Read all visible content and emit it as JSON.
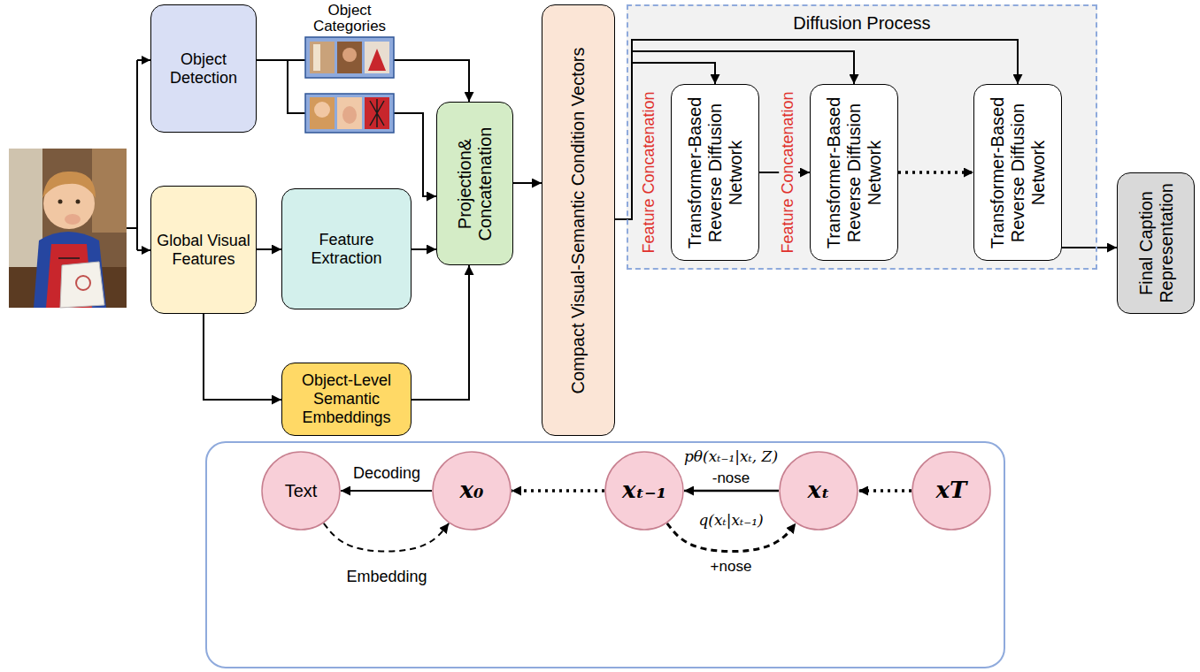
{
  "diagram": {
    "nodes": [
      {
        "text": [
          "Object Detection"
        ]
      },
      {
        "text": [
          "Global Visual Features"
        ]
      },
      {
        "text": [
          "Feature Extraction"
        ]
      },
      {
        "text": [
          "Object-Level Semantic Embeddings"
        ]
      },
      {
        "text": [
          "Projection& Concatenation"
        ]
      },
      {
        "text": [
          "Compact Visual-Semantic Condition Vectors"
        ]
      },
      {
        "text": [
          "Diffusion Process"
        ]
      },
      {
        "text": [
          "Feature Concatenation",
          "Transformer-Based Reverse Diffusion Network"
        ],
        "in": 6
      },
      {
        "text": [
          "Feature Concatenation",
          "Transformer-Based Reverse Diffusion Network"
        ],
        "in": 6
      },
      {
        "text": [
          "Transformer-Based Reverse Diffusion Network"
        ],
        "in": 6
      },
      {
        "text": [
          "Final Caption Representation"
        ]
      },
      {
        "text": [
          "Text"
        ]
      },
      {
        "text": [
          "x₀"
        ]
      },
      {
        "text": [
          "xₜ₋₁"
        ]
      },
      {
        "text": [
          "xₜ"
        ]
      },
      {
        "text": [
          "xT"
        ]
      }
    ],
    "edges": [
      {
        "from": 0,
        "to": 4,
        "arrow": "to"
      },
      {
        "from": 0,
        "to": 4,
        "arrow": "to"
      },
      {
        "from": 1,
        "to": 2,
        "arrow": "to"
      },
      {
        "from": 1,
        "to": 3,
        "arrow": "to"
      },
      {
        "from": 2,
        "to": 4,
        "arrow": "to"
      },
      {
        "from": 3,
        "to": 4,
        "arrow": "to"
      },
      {
        "from": 4,
        "to": 5,
        "arrow": "to"
      },
      {
        "from": 5,
        "to": 7,
        "arrow": "to"
      },
      {
        "from": 5,
        "to": 8,
        "arrow": "to"
      },
      {
        "from": 5,
        "to": 9,
        "arrow": "to"
      },
      {
        "from": 7,
        "to": 8,
        "arrow": "to"
      },
      {
        "from": 8,
        "to": 9,
        "arrow": "to"
      },
      {
        "from": 9,
        "to": 10,
        "arrow": "to"
      },
      {
        "from": 12,
        "to": 11,
        "label": "Decoding",
        "arrow": "to"
      },
      {
        "from": 11,
        "to": 12,
        "label": "Embedding",
        "arrow": "to"
      },
      {
        "from": 13,
        "to": 12,
        "arrow": "to"
      },
      {
        "from": 14,
        "to": 13,
        "label": "-nose",
        "arrow": "to"
      },
      {
        "from": 13,
        "to": 14,
        "label": "+nose",
        "arrow": "to"
      },
      {
        "from": 15,
        "to": 14,
        "arrow": "to"
      }
    ],
    "labels": [
      "Object Categories",
      "pθ(xₜ₋₁|xₜ, Z)",
      "q(xₜ|xₜ₋₁)"
    ]
  }
}
